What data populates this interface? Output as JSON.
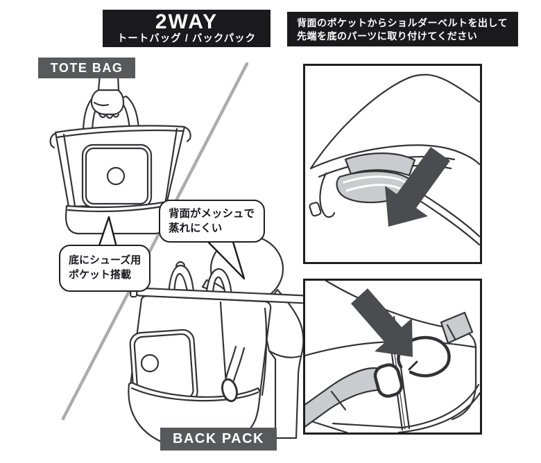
{
  "header": {
    "product_banner": {
      "title": "2WAY",
      "subtitle": "トートバッグ / バックパック"
    },
    "instruction_banner": {
      "line1": "背面のポケットからショルダーベルトを出して",
      "line2": "先端を底のパーツに取り付けてください"
    }
  },
  "tote_section": {
    "label": "TOTE BAG",
    "callout": {
      "line1": "底にシューズ用",
      "line2": "ポケット搭載"
    }
  },
  "backpack_section": {
    "label": "BACK PACK",
    "callout": {
      "line1": "背面がメッシュで",
      "line2": "蒸れにくい"
    }
  },
  "colors": {
    "banner_bg": "#1a1a1c",
    "label_bg": "#58595b",
    "line_art_ink": "#333335",
    "bubble_border": "#1f1f21",
    "strap_gray": "#c9cbce",
    "arrow_gray": "#4a4c4f",
    "divider_gray": "#aaacae",
    "white": "#ffffff"
  }
}
